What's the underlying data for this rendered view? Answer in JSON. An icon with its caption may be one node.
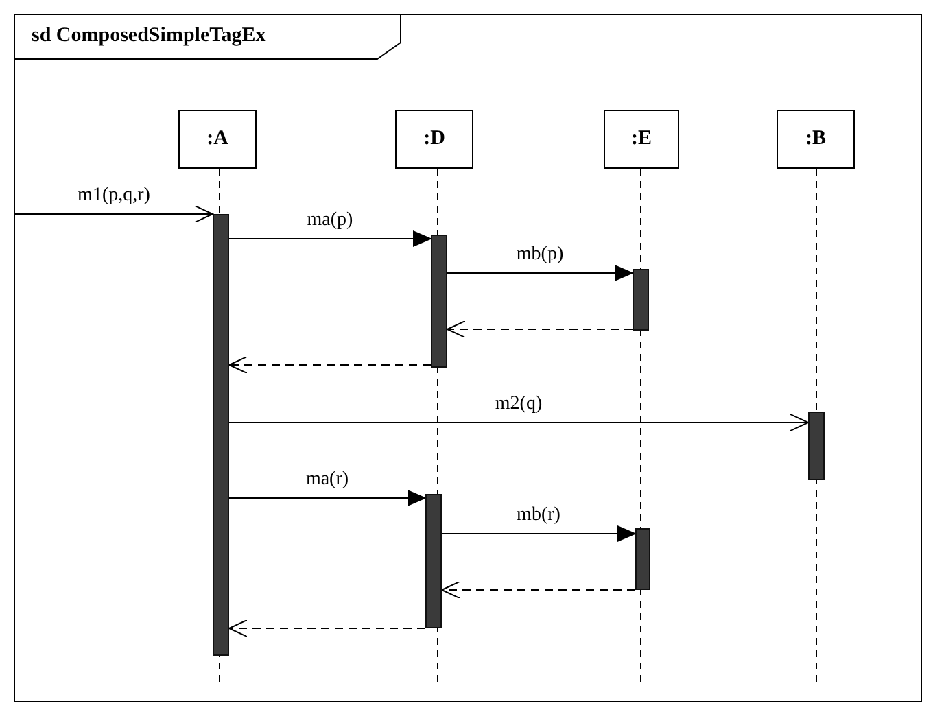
{
  "diagram": {
    "title": "sd ComposedSimpleTagEx",
    "nodes": [
      {
        "text": [],
        "shape": "box"
      },
      {
        "text": [
          ":A"
        ],
        "in": 0
      },
      {
        "text": [
          ":D"
        ],
        "in": 0
      },
      {
        "text": [
          ":E"
        ],
        "in": 0
      },
      {
        "text": [
          ":B"
        ],
        "in": 0
      },
      {
        "text": [],
        "shape": "bar",
        "in": 0
      },
      {
        "text": [],
        "shape": "bar",
        "in": 0
      },
      {
        "text": [],
        "shape": "bar",
        "in": 0
      },
      {
        "text": [],
        "shape": "bar",
        "in": 0
      },
      {
        "text": [],
        "shape": "bar",
        "in": 0
      },
      {
        "text": [],
        "shape": "bar",
        "in": 0
      }
    ],
    "edges": [
      {
        "from": null,
        "to": 5,
        "arrow": "to",
        "label": "m1(p,q,r)"
      },
      {
        "from": 5,
        "to": 6,
        "arrow": "to",
        "label": "ma(p)"
      },
      {
        "from": 6,
        "to": 7,
        "arrow": "to",
        "label": "mb(p)"
      },
      {
        "from": 7,
        "to": 6,
        "arrow": "to",
        "style": "dashed"
      },
      {
        "from": 6,
        "to": 5,
        "arrow": "to",
        "style": "dashed"
      },
      {
        "from": 5,
        "to": 8,
        "arrow": "to",
        "label": "m2(q)"
      },
      {
        "from": 5,
        "to": 9,
        "arrow": "to",
        "label": "ma(r)"
      },
      {
        "from": 9,
        "to": 10,
        "arrow": "to",
        "label": "mb(r)"
      },
      {
        "from": 10,
        "to": 9,
        "arrow": "to",
        "style": "dashed"
      },
      {
        "from": 9,
        "to": 5,
        "arrow": "to",
        "style": "dashed"
      }
    ]
  }
}
